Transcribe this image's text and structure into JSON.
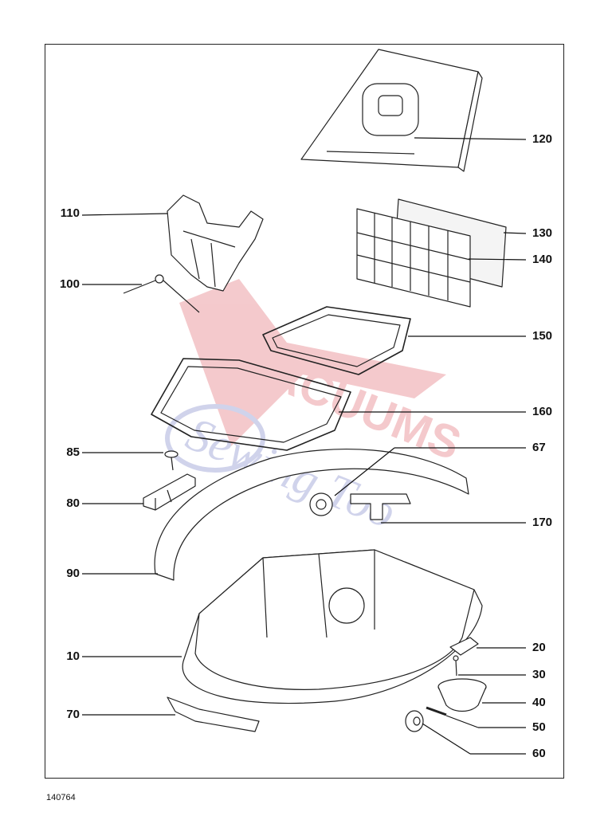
{
  "diagram": {
    "document_id": "140764",
    "parts": [
      {
        "id": "p120",
        "label": "120",
        "side": "right"
      },
      {
        "id": "p110",
        "label": "110",
        "side": "left"
      },
      {
        "id": "p130",
        "label": "130",
        "side": "right"
      },
      {
        "id": "p140",
        "label": "140",
        "side": "right"
      },
      {
        "id": "p100",
        "label": "100",
        "side": "left"
      },
      {
        "id": "p150",
        "label": "150",
        "side": "right"
      },
      {
        "id": "p160",
        "label": "160",
        "side": "right"
      },
      {
        "id": "p85",
        "label": "85",
        "side": "left"
      },
      {
        "id": "p67",
        "label": "67",
        "side": "right"
      },
      {
        "id": "p80",
        "label": "80",
        "side": "left"
      },
      {
        "id": "p170",
        "label": "170",
        "side": "right"
      },
      {
        "id": "p90",
        "label": "90",
        "side": "left"
      },
      {
        "id": "p20",
        "label": "20",
        "side": "right"
      },
      {
        "id": "p10",
        "label": "10",
        "side": "left"
      },
      {
        "id": "p30",
        "label": "30",
        "side": "right"
      },
      {
        "id": "p40",
        "label": "40",
        "side": "right"
      },
      {
        "id": "p70",
        "label": "70",
        "side": "left"
      },
      {
        "id": "p50",
        "label": "50",
        "side": "right"
      },
      {
        "id": "p60",
        "label": "60",
        "side": "right"
      }
    ]
  },
  "watermark": {
    "brand_color": "#d9424a",
    "secondary_color": "#5a63b8"
  }
}
